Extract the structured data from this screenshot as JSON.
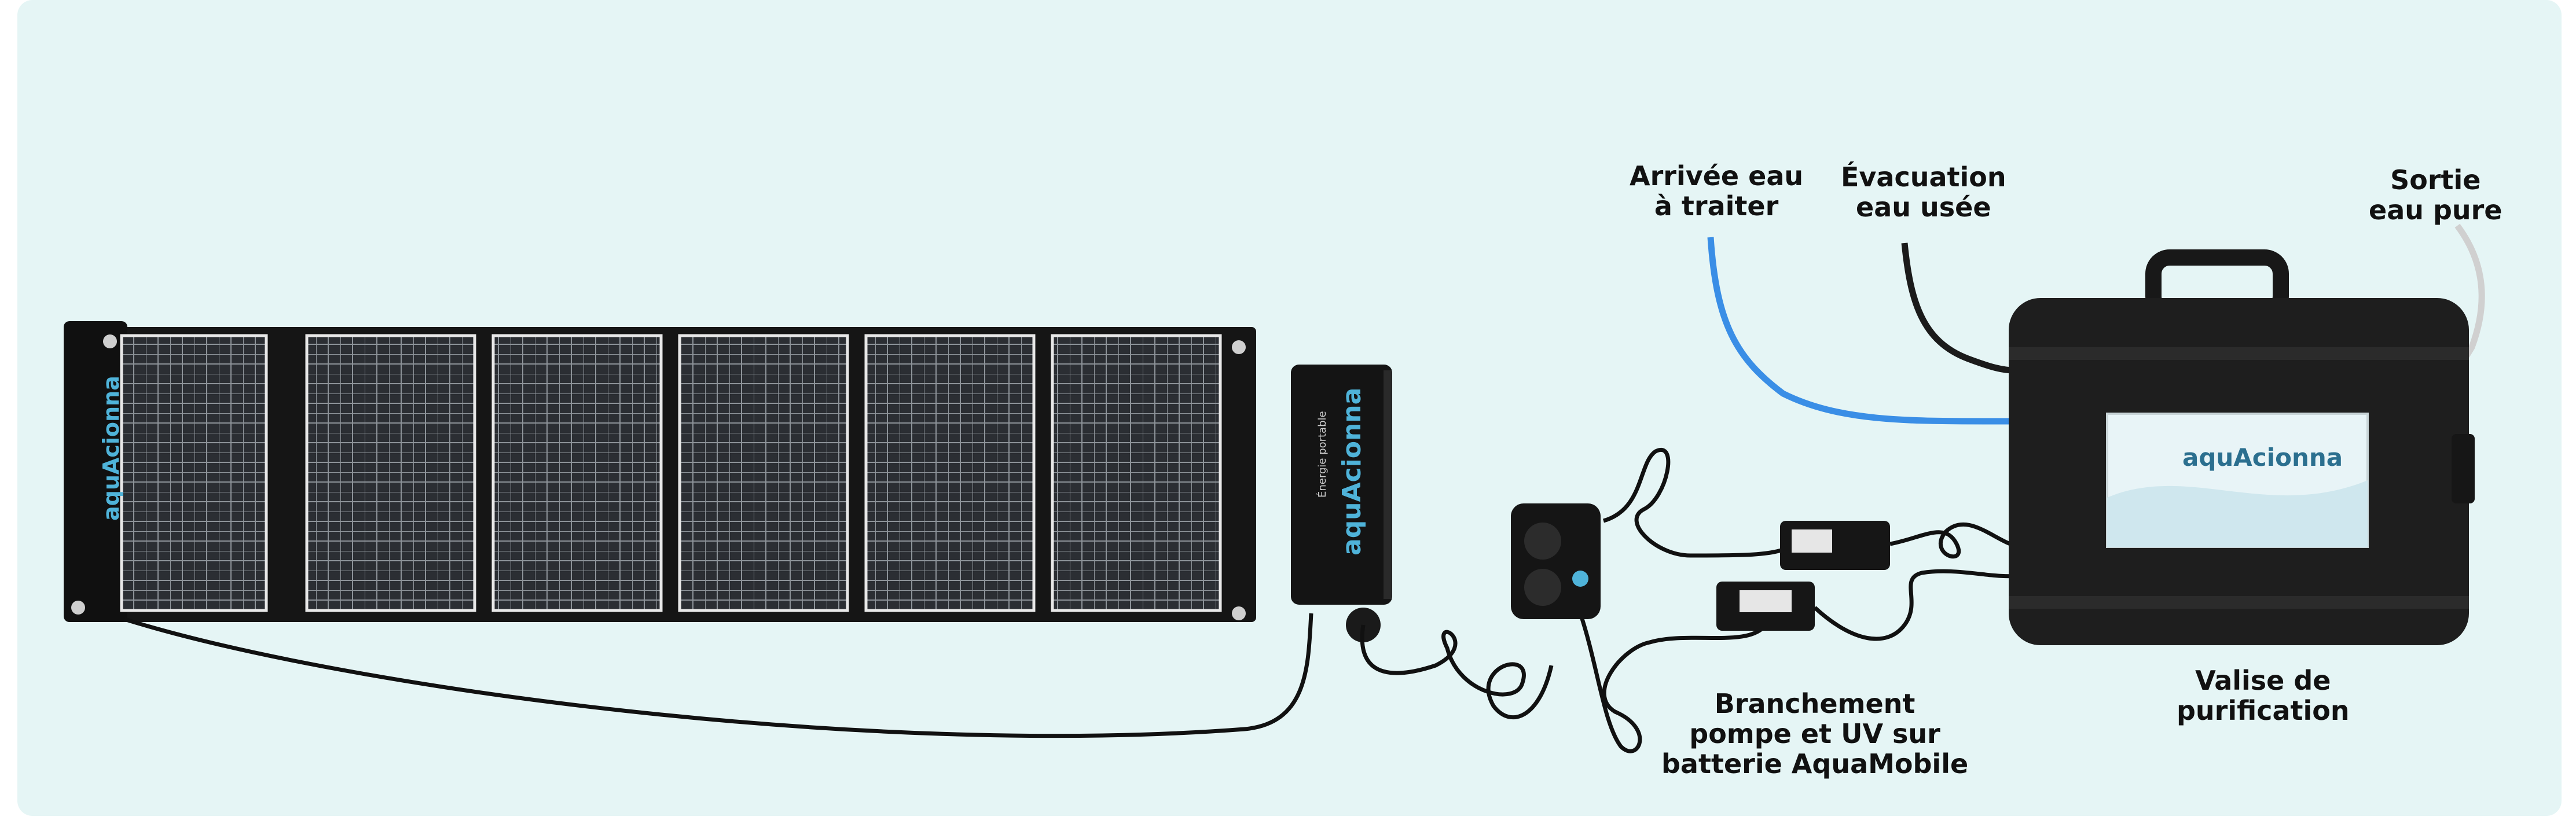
{
  "colors": {
    "background": "#e5f5f5",
    "page": "#ffffff",
    "inlet_hose": "#3a8ee6",
    "waste_hose": "#1b1b1b",
    "pure_hose": "#d0d0d0",
    "case": "#1e1e1e",
    "panel": "#101010",
    "cell_grid": "#bfc4c8",
    "brand_blue": "#4fb3d9"
  },
  "brand": {
    "logo_name": "aquAcionna",
    "battery_caption": "Énergie portable"
  },
  "labels": {
    "inlet": {
      "line1": "Arrivée eau",
      "line2": "à traiter"
    },
    "waste": {
      "line1": "Évacuation",
      "line2": "eau usée"
    },
    "pure": {
      "line1": "Sortie",
      "line2": "eau pure"
    },
    "connection": {
      "line1": "Branchement",
      "line2": "pompe et UV sur",
      "line3": "batterie AquaMobile"
    },
    "case": {
      "line1": "Valise de",
      "line2": "purification"
    }
  },
  "icons": {
    "solar_panel": "solar-panel-icon",
    "battery": "battery-icon",
    "socket": "power-socket-icon",
    "adapter": "power-adapter-icon",
    "case": "purification-case-icon",
    "hose": "hose-icon"
  }
}
